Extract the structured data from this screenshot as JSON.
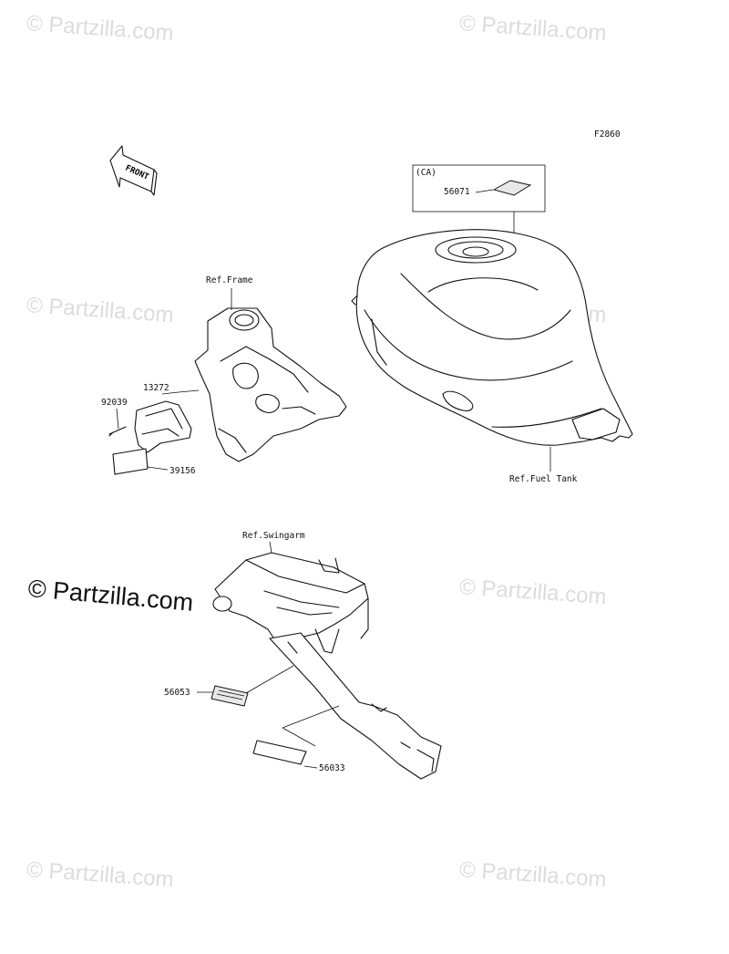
{
  "diagram": {
    "code": "F2860",
    "front_label": "FRONT",
    "ca_box_label": "(CA)",
    "ref_frame": "Ref.Frame",
    "ref_fuel_tank": "Ref.Fuel Tank",
    "ref_swingarm": "Ref.Swingarm",
    "parts": {
      "p56071": "56071",
      "p13272": "13272",
      "p92039": "92039",
      "p39156": "39156",
      "p56053": "56053",
      "p56033": "56033"
    }
  },
  "watermarks": {
    "faint": "© Partzilla.com",
    "main": "© Partzilla.com"
  }
}
